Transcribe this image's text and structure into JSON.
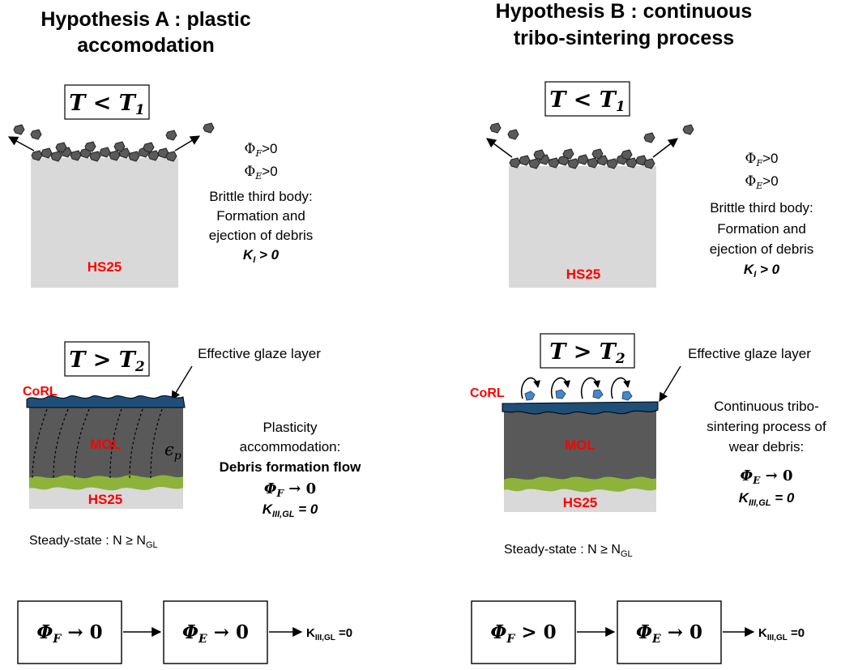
{
  "panels": {
    "a": {
      "title_line1": "Hypothesis A : plastic",
      "title_line2": "accomodation",
      "cond_low": "T < T",
      "cond_low_sub": "1",
      "phi_f": "Φ",
      "phi_f_sub": "F",
      "phi_f_val": ">0",
      "phi_e": "Φ",
      "phi_e_sub": "E",
      "phi_e_val": ">0",
      "brittle_lines": [
        "Brittle third body:",
        "Formation and",
        "ejection of debris"
      ],
      "ki": "K",
      "ki_sub": "I",
      "ki_val": " > 0",
      "substrate_label": "HS25",
      "cond_high": "T > T",
      "cond_high_sub": "2",
      "glaze_label": "Effective glaze layer",
      "corl_label": "CoRL",
      "mol_label": "MOL",
      "strain": "ϵ",
      "strain_sub": "p",
      "high_substrate_label": "HS25",
      "mechanism_lines": [
        "Plasticity",
        "accommodation:"
      ],
      "mechanism_bold": "Debris formation flow",
      "mech_phi": "Φ",
      "mech_phi_sub": "F",
      "mech_phi_val": " → 0",
      "k3": "K",
      "k3_sub": "III,GL",
      "k3_val": " = 0",
      "steady": "Steady-state : N ≥ N",
      "steady_sub": "GL",
      "flow_box1": "Φ",
      "flow_box1_sub": "F",
      "flow_box1_val": " → 0",
      "flow_box2": "Φ",
      "flow_box2_sub": "E",
      "flow_box2_val": " → 0",
      "flow_result": "K",
      "flow_result_sub": "III,GL",
      "flow_result_val": " =0"
    },
    "b": {
      "title_line1": "Hypothesis B : continuous",
      "title_line2": "tribo-sintering process",
      "cond_low": "T < T",
      "cond_low_sub": "1",
      "phi_f": "Φ",
      "phi_f_sub": "F",
      "phi_f_val": ">0",
      "phi_e": "Φ",
      "phi_e_sub": "E",
      "phi_e_val": ">0",
      "brittle_lines": [
        "Brittle third body:",
        "Formation and",
        "ejection of debris"
      ],
      "ki": "K",
      "ki_sub": "I",
      "ki_val": " > 0",
      "substrate_label": "HS25",
      "cond_high": "T > T",
      "cond_high_sub": "2",
      "glaze_label": "Effective glaze layer",
      "corl_label": "CoRL",
      "mol_label": "MOL",
      "high_substrate_label": "HS25",
      "mechanism_lines": [
        "Continuous tribo-",
        "sintering process of",
        "wear debris:"
      ],
      "mech_phi": "Φ",
      "mech_phi_sub": "E",
      "mech_phi_val": " → 0",
      "k3": "K",
      "k3_sub": "III,GL",
      "k3_val": " = 0",
      "steady": "Steady-state : N ≥ N",
      "steady_sub": "GL",
      "flow_box1": "Φ",
      "flow_box1_sub": "F",
      "flow_box1_val": " > 0",
      "flow_box2": "Φ",
      "flow_box2_sub": "E",
      "flow_box2_val": " → 0",
      "flow_result": "K",
      "flow_result_sub": "III,GL",
      "flow_result_val": " =0"
    }
  },
  "colors": {
    "substrate": "#d9d9d9",
    "debris": "#5a5a5a",
    "glaze": "#1f4e79",
    "mol": "#595959",
    "interface": "#8db33a",
    "highlight": "#ff0000",
    "sinter_particle": "#4a86c8"
  }
}
